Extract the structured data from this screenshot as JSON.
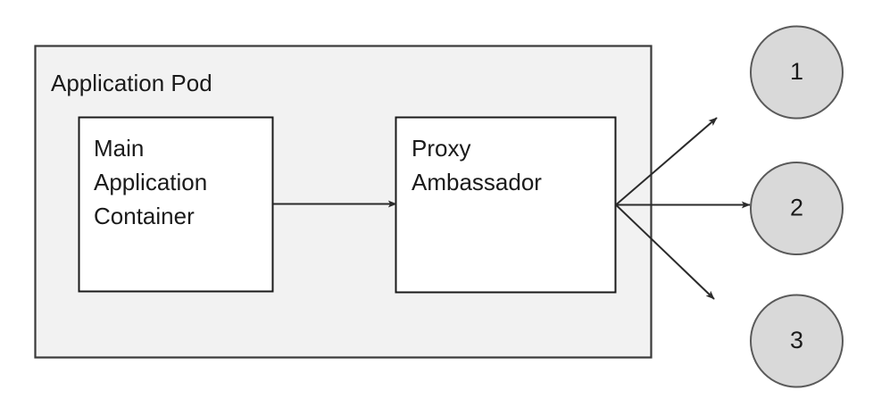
{
  "diagram": {
    "type": "architecture-diagram",
    "pod": {
      "label": "Application Pod",
      "fill": "#f2f2f2",
      "stroke": "#3a3a3a"
    },
    "containers": [
      {
        "id": "main-application-container",
        "lines": [
          "Main",
          "Application",
          "Container"
        ],
        "fill": "#ffffff",
        "stroke": "#1a1a1a"
      },
      {
        "id": "proxy-ambassador",
        "lines": [
          "Proxy",
          "Ambassador"
        ],
        "fill": "#ffffff",
        "stroke": "#1a1a1a"
      }
    ],
    "endpoints": [
      {
        "id": "endpoint-1",
        "label": "1",
        "fill": "#d9d9d9",
        "stroke": "#5a5a5a"
      },
      {
        "id": "endpoint-2",
        "label": "2",
        "fill": "#d9d9d9",
        "stroke": "#5a5a5a"
      },
      {
        "id": "endpoint-3",
        "label": "3",
        "fill": "#d9d9d9",
        "stroke": "#5a5a5a"
      }
    ],
    "connectors": [
      {
        "id": "connector-main-to-proxy",
        "from": "main-application-container",
        "to": "proxy-ambassador"
      },
      {
        "id": "connector-proxy-to-endpoint-1",
        "from": "proxy-ambassador",
        "to": "endpoint-1"
      },
      {
        "id": "connector-proxy-to-endpoint-2",
        "from": "proxy-ambassador",
        "to": "endpoint-2"
      },
      {
        "id": "connector-proxy-to-endpoint-3",
        "from": "proxy-ambassador",
        "to": "endpoint-3"
      }
    ]
  }
}
